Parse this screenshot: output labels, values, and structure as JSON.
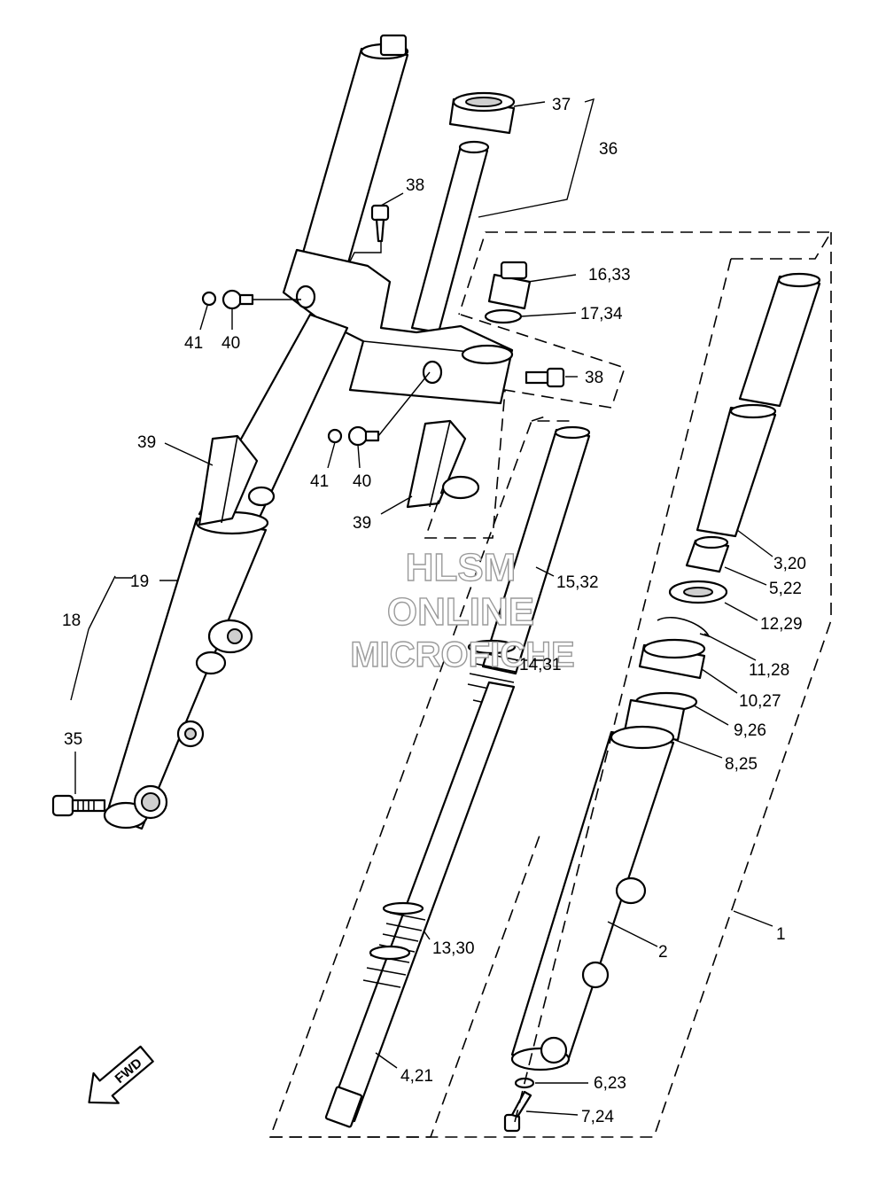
{
  "callouts": {
    "c1": "1",
    "c2": "2",
    "c3": "3,20",
    "c4": "4,21",
    "c5": "5,22",
    "c6": "6,23",
    "c7": "7,24",
    "c8": "8,25",
    "c9": "9,26",
    "c10": "10,27",
    "c11": "11,28",
    "c12": "12,29",
    "c13": "13,30",
    "c14": "14,31",
    "c15": "15,32",
    "c16": "16,33",
    "c17": "17,34",
    "c18": "18",
    "c19": "19",
    "c35": "35",
    "c36": "36",
    "c37": "37",
    "c38a": "38",
    "c38b": "38",
    "c39a": "39",
    "c39b": "39",
    "c40a": "40",
    "c40b": "40",
    "c41a": "41",
    "c41b": "41"
  },
  "watermark": {
    "line1": "HLSM",
    "line2": "ONLINE",
    "line3": "MICROFICHE"
  },
  "direction_badge": "FWD"
}
